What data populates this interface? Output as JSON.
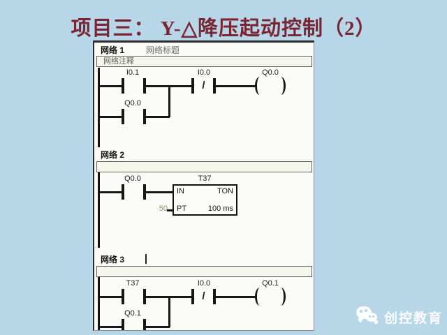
{
  "slide": {
    "title": "项目三： Y-△降压起动控制（2）"
  },
  "editor": {
    "net1": {
      "header": "网络 1",
      "header_title": "网络标题",
      "comment": "网络注释",
      "contact1": "I0.1",
      "contact2": "I0.0",
      "contact2_symbol": "/",
      "coil": "Q0.0",
      "parallel_contact": "Q0.0"
    },
    "net2": {
      "header": "网络 2",
      "comment": "",
      "contact1": "Q0.0",
      "timer": {
        "name": "T37",
        "type": "TON",
        "in_label": "IN",
        "pt_label": "PT",
        "preset": "50",
        "time_base": "100 ms"
      }
    },
    "net3": {
      "header": "网络 3",
      "cursor": "|",
      "comment": "",
      "contact1": "T37",
      "contact2": "I0.0",
      "contact2_symbol": "/",
      "coil": "Q0.1",
      "parallel_contact": "Q0.1"
    }
  },
  "watermark": {
    "text": "创控教育",
    "icon": "wechat-icon"
  },
  "colors": {
    "background": "#b7d7e8",
    "title_text": "#7b2433",
    "panel": "#fbfbf8",
    "comment_fill": "#f5f7ec",
    "preset_text": "#90906a",
    "watermark_text": "#ffffff"
  }
}
